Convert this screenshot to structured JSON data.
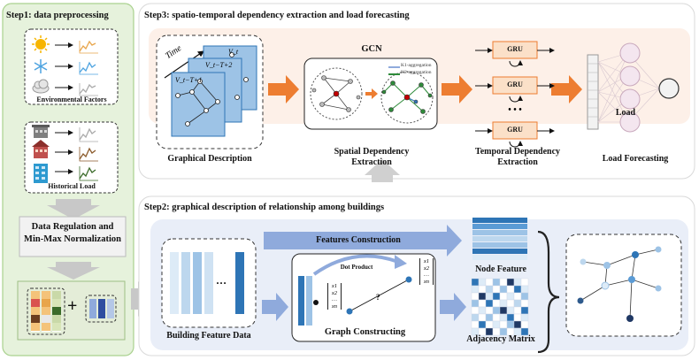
{
  "step1": {
    "title": "Step1: data preprocessing",
    "env_label": "Environmental Factors",
    "hist_label": "Historical Load",
    "regulation_label": "Data Regulation and Min-Max Normalization",
    "plus": "+"
  },
  "step3": {
    "title": "Step3: spatio-temporal dependency extraction and load forecasting",
    "graphical_description": "Graphical Description",
    "time_label": "Time",
    "frame_labels": [
      "V_t",
      "V_t−T+2",
      "V_t−T+1"
    ],
    "gcn_title": "GCN",
    "k1_legend": "K1-aggregation",
    "k2_legend": "K2-aggregation",
    "spatial_label": "Spatial Dependency Extraction",
    "gru_label": "GRU",
    "ellipsis": "• • •",
    "temporal_label": "Temporal Dependency Extraction",
    "load_label": "Load",
    "forecasting_label": "Load Forecasting"
  },
  "step2": {
    "title": "Step2: graphical description of relationship among buildings",
    "features_construction": "Features Construction",
    "building_feature_data": "Building Feature Data",
    "dots": "…",
    "dot_product": "Dot Product",
    "vector_rows": [
      "x1",
      "x2",
      "…",
      "xn"
    ],
    "question": "?",
    "graph_constructing": "Graph Constructing",
    "node_feature": "Node Feature",
    "adjacency_matrix": "Adjacency Matrix"
  },
  "colors": {
    "step1_bg": "#e6f2dc",
    "step1_border": "#a9d18e",
    "orange": "#ed7d31",
    "gru_fill": "#fbe0c8",
    "blue_arrow": "#8faadc",
    "node_blue": "#2e75b6"
  }
}
